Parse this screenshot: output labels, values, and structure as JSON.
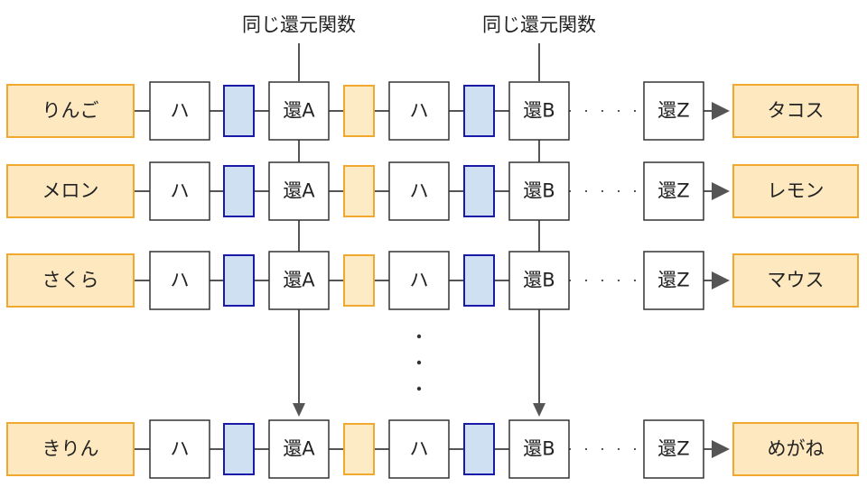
{
  "header": {
    "left_label": "同じ還元関数",
    "right_label": "同じ還元関数"
  },
  "rows": [
    {
      "input": "りんご",
      "output": "タコス"
    },
    {
      "input": "メロン",
      "output": "レモン"
    },
    {
      "input": "さくら",
      "output": "マウス"
    },
    {
      "input": "きりん",
      "output": "めがね"
    }
  ],
  "blocks": {
    "hash": "ハ",
    "reduce_a": "還A",
    "reduce_b": "還B",
    "reduce_z": "還Z"
  },
  "gap_dots": "· · · ·",
  "vertical_dots": "⋮",
  "colors": {
    "input_fill": "#fde8c0",
    "input_stroke": "#f0a82e",
    "small_orange_fill": "#fdebc6",
    "small_orange_stroke": "#f0a82e",
    "blue_fill": "#cfe0f3",
    "blue_stroke": "#1a1aa8",
    "box_stroke": "#333333",
    "line": "#555555"
  }
}
